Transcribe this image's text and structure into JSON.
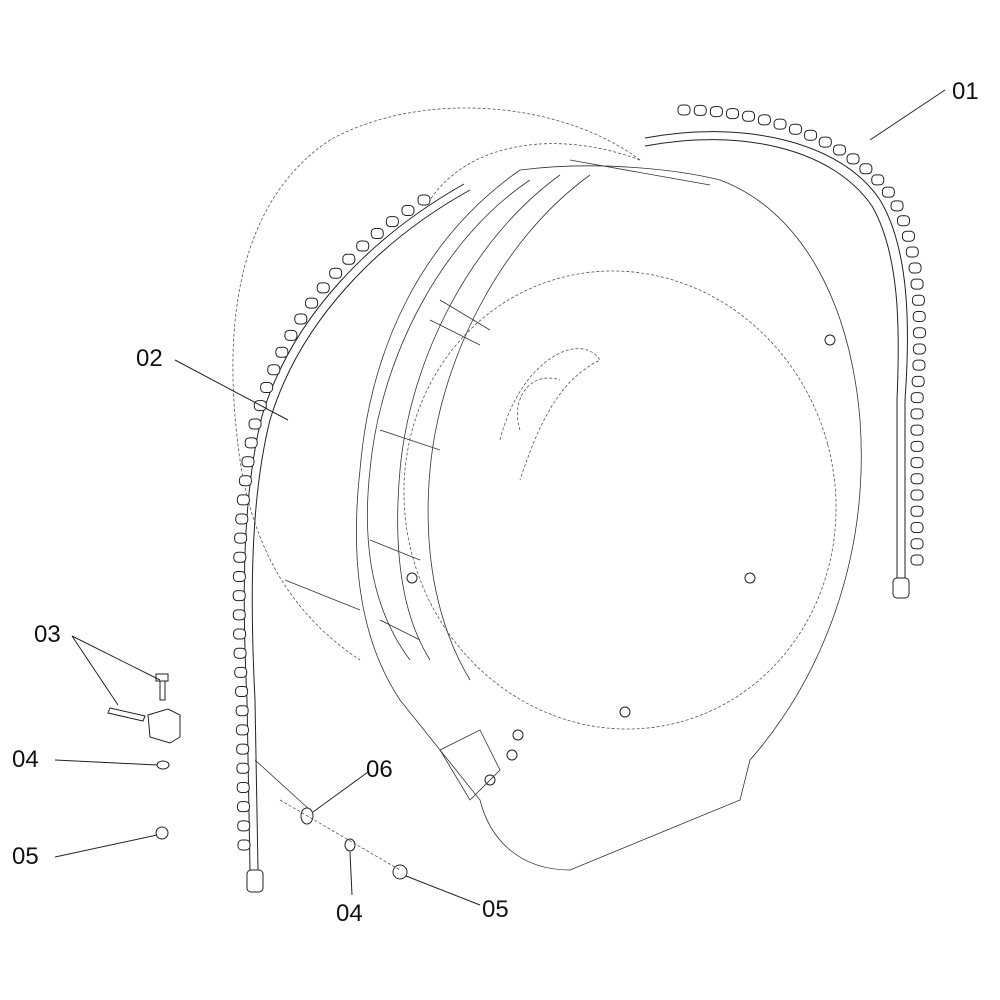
{
  "diagram": {
    "callouts": [
      {
        "id": "01",
        "text": "01"
      },
      {
        "id": "02",
        "text": "02"
      },
      {
        "id": "03",
        "text": "03"
      },
      {
        "id": "04a",
        "text": "04"
      },
      {
        "id": "05a",
        "text": "05"
      },
      {
        "id": "06",
        "text": "06"
      },
      {
        "id": "04b",
        "text": "04"
      },
      {
        "id": "05b",
        "text": "05"
      }
    ]
  }
}
